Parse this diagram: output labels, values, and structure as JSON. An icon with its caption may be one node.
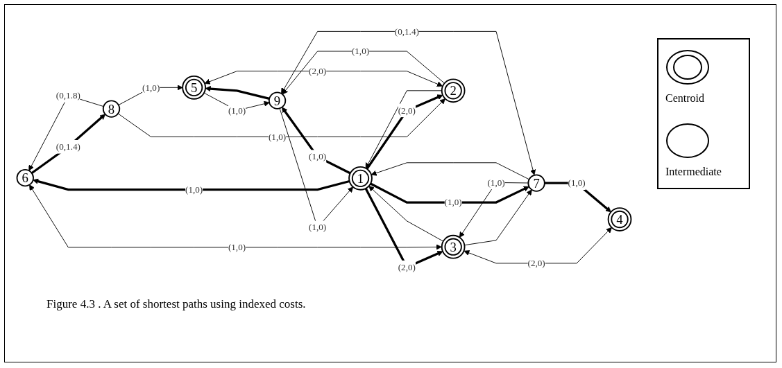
{
  "diagram": {
    "caption": "Figure 4.3 . A set of shortest paths using indexed costs.",
    "nodes": [
      {
        "text": [
          "6"
        ]
      },
      {
        "text": [
          "8"
        ]
      },
      {
        "text": [
          "3"
        ]
      },
      {
        "text": [
          "1"
        ]
      },
      {
        "text": [
          "2"
        ]
      },
      {
        "text": [
          "5"
        ]
      },
      {
        "text": [
          "4"
        ]
      },
      {
        "text": [
          "7"
        ]
      },
      {
        "text": [
          "9"
        ]
      }
    ],
    "edges": [
      {
        "from": 0,
        "to": 1,
        "arrow": "to",
        "label": "(0,1.4)",
        "style": "thick"
      },
      {
        "from": 1,
        "to": 0,
        "arrow": "to",
        "label": "(0,1.8)"
      },
      {
        "from": 2,
        "to": 0,
        "arrow": "both",
        "label": "(1,0)"
      },
      {
        "from": 3,
        "to": 0,
        "arrow": "to",
        "label": "(1,0)",
        "style": "thick"
      },
      {
        "from": 1,
        "to": 5,
        "arrow": "to",
        "label": "(1,0)"
      },
      {
        "from": 1,
        "to": 4,
        "arrow": "to",
        "label": "(1,0)"
      },
      {
        "from": 3,
        "to": 2,
        "arrow": "to",
        "label": "(2,0)",
        "style": "thick"
      },
      {
        "from": 2,
        "to": 3,
        "arrow": "to"
      },
      {
        "from": 3,
        "to": 4,
        "arrow": "to",
        "label": "(2,0)",
        "style": "thick"
      },
      {
        "from": 4,
        "to": 3,
        "arrow": "to"
      },
      {
        "from": 4,
        "to": 5,
        "arrow": "both",
        "label": "(2,0)"
      },
      {
        "from": 2,
        "to": 6,
        "arrow": "both",
        "label": "(2,0)"
      },
      {
        "from": 2,
        "to": 7,
        "arrow": "to"
      },
      {
        "from": 7,
        "to": 2,
        "arrow": "to",
        "label": "(1,0)"
      },
      {
        "from": 3,
        "to": 7,
        "arrow": "to",
        "label": "(1,0)",
        "style": "thick"
      },
      {
        "from": 7,
        "to": 3,
        "arrow": "to"
      },
      {
        "from": 3,
        "to": 8,
        "arrow": "to",
        "label": "(1,0)",
        "style": "thick"
      },
      {
        "from": 8,
        "to": 3,
        "arrow": "to",
        "label": "(1,0)"
      },
      {
        "from": 4,
        "to": 8,
        "arrow": "to",
        "label": "(1,0)"
      },
      {
        "from": 8,
        "to": 5,
        "arrow": "to",
        "style": "thick"
      },
      {
        "from": 5,
        "to": 8,
        "arrow": "to",
        "label": "(1,0)"
      },
      {
        "from": 7,
        "to": 6,
        "arrow": "to",
        "label": "(1,0)",
        "style": "thick"
      },
      {
        "from": 7,
        "to": 8,
        "arrow": "both",
        "label": "(0,1.4)"
      }
    ],
    "legend": [
      {
        "text": "Centroid"
      },
      {
        "text": "Intermediate"
      }
    ]
  }
}
